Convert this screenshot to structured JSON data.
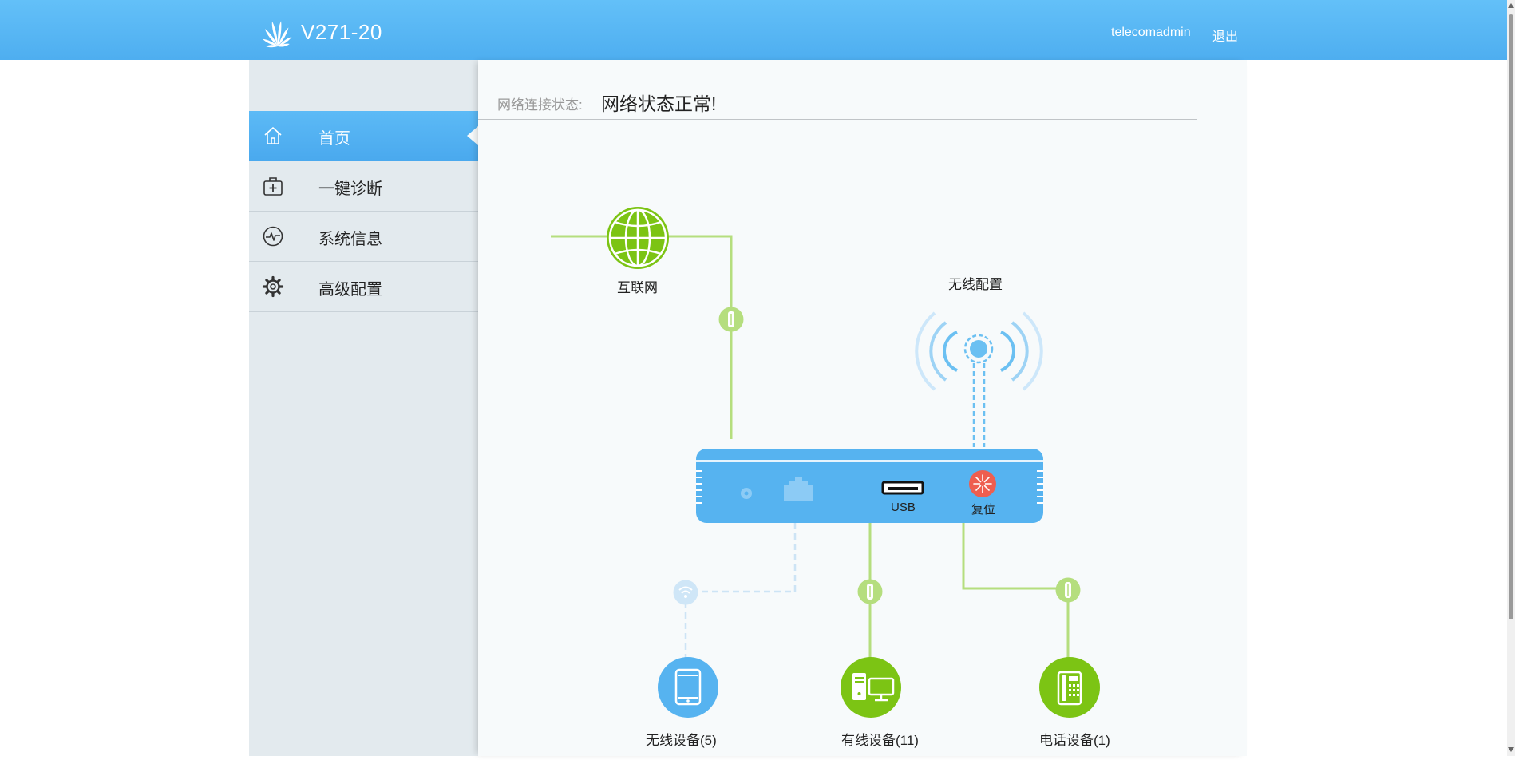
{
  "header": {
    "device_title": "V271-20",
    "user": "telecomadmin",
    "logout_label": "退出"
  },
  "sidebar": {
    "items": [
      {
        "label": "首页",
        "icon": "home-icon",
        "active": true
      },
      {
        "label": "一键诊断",
        "icon": "first-aid-icon",
        "active": false
      },
      {
        "label": "系统信息",
        "icon": "pulse-icon",
        "active": false
      },
      {
        "label": "高级配置",
        "icon": "gear-icon",
        "active": false
      }
    ]
  },
  "status": {
    "label": "网络连接状态:",
    "value": "网络状态正常!"
  },
  "topology": {
    "internet_label": "互联网",
    "wireless_config_label": "无线配置",
    "usb_label": "USB",
    "reset_label": "复位",
    "wireless_devices_label": "无线设备(5)",
    "wired_devices_label": "有线设备(11)",
    "phone_devices_label": "电话设备(1)"
  },
  "colors": {
    "header_blue": "#55b5f4",
    "router_blue": "#56b3f0",
    "green": "#7cc414",
    "link_green": "#b5de7e",
    "wifi_blue": "#6bc0f2",
    "reset_red": "#ee5e4f",
    "sidebar_bg": "#e3eaee",
    "content_bg": "#f7fafb"
  }
}
